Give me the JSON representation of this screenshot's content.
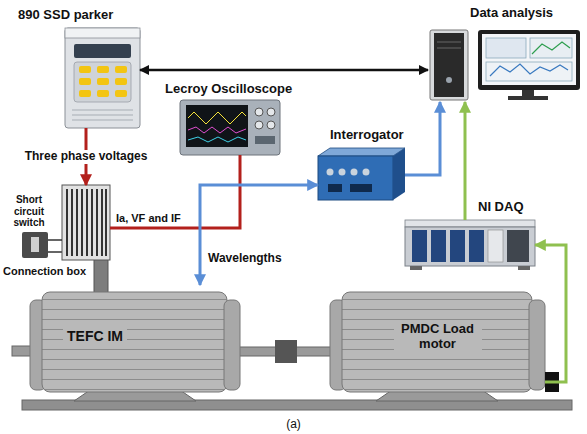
{
  "diagram": {
    "caption": "(a)",
    "nodes": [
      {
        "text": [
          "890 SSD parker"
        ]
      },
      {
        "text": [
          "Data analysis"
        ]
      },
      {
        "text": [
          "Lecroy Oscilloscope"
        ]
      },
      {
        "text": [
          "Interrogator"
        ]
      },
      {
        "text": [
          "Short circuit switch"
        ]
      },
      {
        "text": [
          "Connection box"
        ]
      },
      {
        "text": [
          "NI DAQ"
        ]
      },
      {
        "text": [
          "TEFC IM"
        ]
      },
      {
        "text": [
          "PMDC Load motor"
        ]
      }
    ],
    "edges": [
      {
        "from": 0,
        "to": 1,
        "arrow": "both"
      },
      {
        "from": 0,
        "to": 5,
        "label": "Three phase voltages",
        "arrow": "to"
      },
      {
        "from": 5,
        "to": 2,
        "label": "Ia, VF and IF",
        "arrow": "none"
      },
      {
        "from": 7,
        "to": 3,
        "label": "Wavelengths",
        "arrow": "both"
      },
      {
        "from": 3,
        "to": 1,
        "arrow": "to"
      },
      {
        "from": 6,
        "to": 1,
        "arrow": "to"
      },
      {
        "from": 8,
        "to": 6,
        "arrow": "to"
      },
      {
        "from": 4,
        "to": 5,
        "arrow": "none"
      }
    ]
  }
}
